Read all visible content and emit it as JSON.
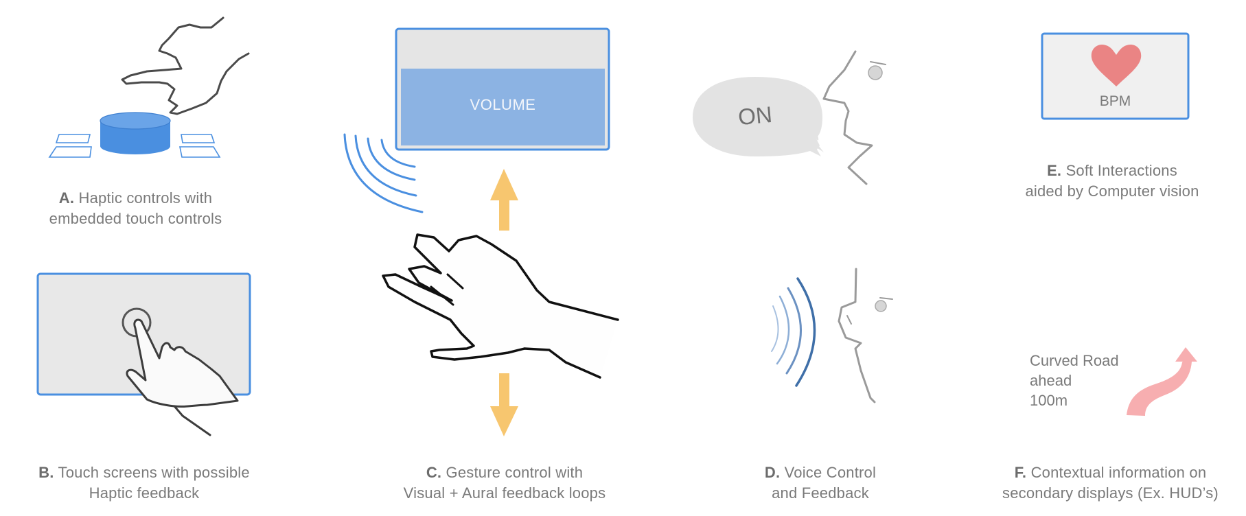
{
  "panels": {
    "a": {
      "letter": "A.",
      "line1": "Haptic controls with",
      "line2": "embedded touch controls"
    },
    "b": {
      "letter": "B.",
      "line1": "Touch screens with possible",
      "line2": "Haptic feedback"
    },
    "c": {
      "letter": "C.",
      "line1": "Gesture control with",
      "line2": "Visual + Aural feedback loops",
      "screen_label": "VOLUME"
    },
    "d": {
      "letter": "D.",
      "line1": "Voice Control",
      "line2": "and Feedback",
      "bubble_text": "ON"
    },
    "e": {
      "letter": "E.",
      "line1": "Soft Interactions",
      "line2": "aided by Computer vision",
      "screen_label": "BPM"
    },
    "f": {
      "letter": "F.",
      "line1": "Contextual information on",
      "line2": "secondary displays (Ex. HUD’s)",
      "hud_lines": [
        "Curved Road",
        "ahead",
        "100m"
      ]
    }
  },
  "icons": {
    "a": [
      "hand-icon",
      "knob-icon",
      "touch-pad-icon"
    ],
    "b": [
      "touchscreen-icon",
      "pointing-hand-icon"
    ],
    "c": [
      "screen-icon",
      "sound-wave-icon",
      "arrow-up-icon",
      "open-hand-icon",
      "arrow-down-icon"
    ],
    "d": [
      "speech-bubble-icon",
      "face-profile-icon",
      "sound-wave-icon"
    ],
    "e": [
      "heart-icon"
    ],
    "f": [
      "curved-arrow-icon"
    ]
  },
  "colors": {
    "blue": "#4a8fe0",
    "blue_fill": "#8cb3e3",
    "arrow_orange": "#f7c66f",
    "heart_red": "#ea8484",
    "hud_arrow_pink": "#f7aeb0",
    "caption_gray": "#7a7a7a",
    "light_gray": "#e6e6e6"
  }
}
